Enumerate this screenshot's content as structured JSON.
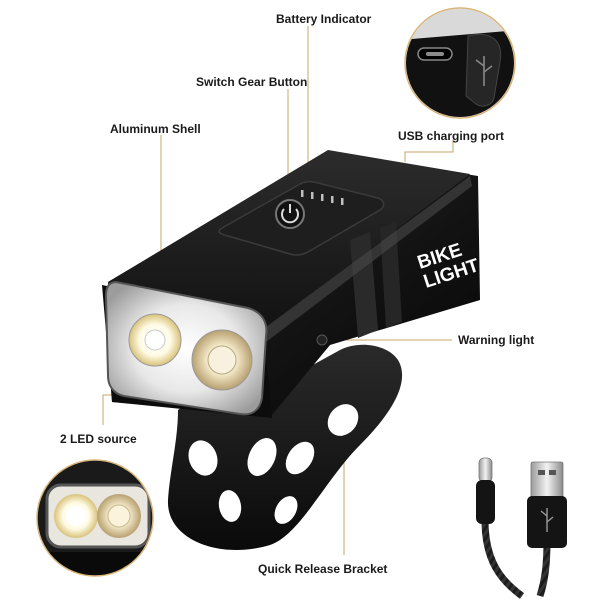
{
  "callouts": {
    "battery_indicator": "Battery Indicator",
    "switch_gear_button": "Switch Gear Button",
    "aluminum_shell": "Aluminum Shell",
    "usb_charging_port": "USB charging port",
    "warning_light": "Warning light",
    "led_source": "2 LED source",
    "quick_release_bracket": "Quick Release Bracket"
  },
  "product": {
    "logo_line1": "BIKE",
    "logo_line2": "LIGHT"
  },
  "colors": {
    "leader_line": "#c8a46a",
    "body": "#151515",
    "text": "#1a1a1a"
  },
  "icons": [
    "power-icon",
    "usb-c-connector-icon",
    "usb-a-connector-icon",
    "usb-symbol-icon"
  ]
}
